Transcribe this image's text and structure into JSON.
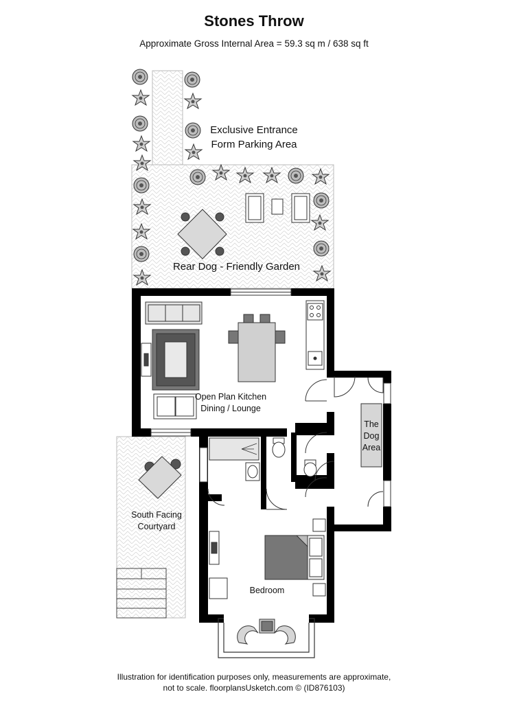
{
  "header": {
    "title": "Stones Throw",
    "subtitle": "Approximate Gross Internal Area = 59.3 sq m / 638 sq ft"
  },
  "rooms": {
    "entrance_line1": "Exclusive Entrance",
    "entrance_line2": "Form Parking Area",
    "garden": "Rear Dog - Friendly Garden",
    "kitchen_line1": "Open Plan Kitchen",
    "kitchen_line2": "Dining / Lounge",
    "dog_area_line1": "The",
    "dog_area_line2": "Dog",
    "dog_area_line3": "Area",
    "courtyard_line1": "South Facing",
    "courtyard_line2": "Courtyard",
    "bedroom": "Bedroom"
  },
  "footer": {
    "line1": "Illustration for identification purposes only, measurements are approximate,",
    "line2": "not to scale. floorplansUsketch.com © (ID876103)"
  }
}
